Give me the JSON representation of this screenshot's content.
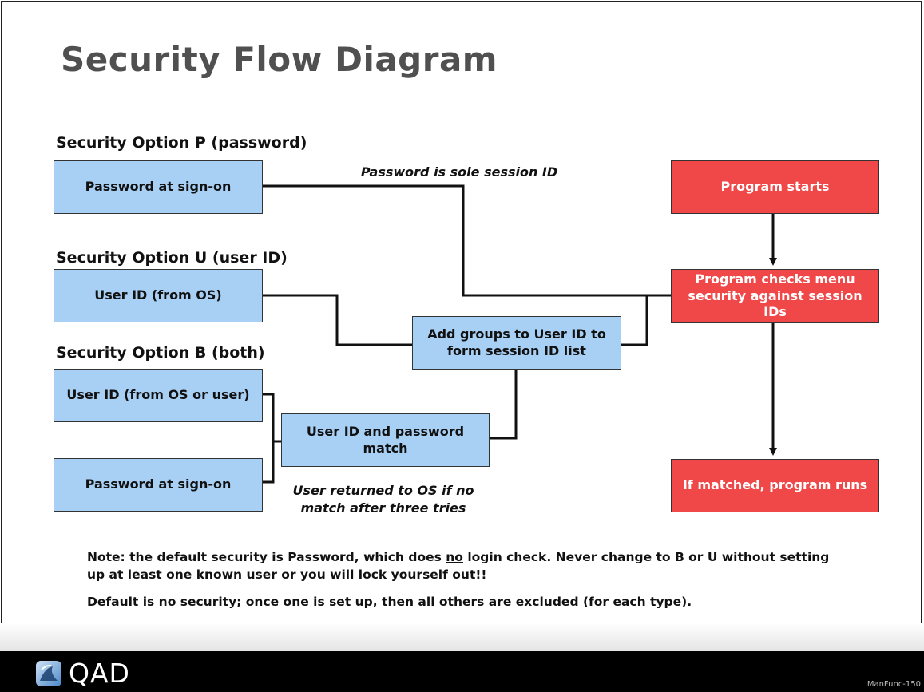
{
  "title": "Security Flow Diagram",
  "sections": {
    "option_p": "Security Option P (password)",
    "option_u": "Security Option U (user ID)",
    "option_b": "Security Option B (both)"
  },
  "boxes": {
    "password_signon_p": "Password at sign-on",
    "user_id_os": "User ID (from OS)",
    "add_groups": "Add groups to User ID to form session ID list",
    "user_id_os_or_user": "User ID (from OS or user)",
    "password_signon_b": "Password at sign-on",
    "user_password_match": "User ID and password match",
    "program_starts": "Program starts",
    "program_checks": "Program checks menu security against session IDs",
    "if_matched": "If matched, program runs"
  },
  "annotations": {
    "sole_session": "Password is sole session ID",
    "returned_os": "User returned to OS if no match after three tries"
  },
  "notes": {
    "note1_a": "Note: the default security is Password, which does ",
    "note1_u": "no",
    "note1_b": " login check. Never change to B or U without setting up at least one known user or you will lock yourself out!!",
    "note2": "Default is no security; once one is set up, then all others are excluded (for each type)."
  },
  "footer": {
    "logo": "QAD",
    "code": "ManFunc-150"
  },
  "colors": {
    "blue_box": "#a8d0f5",
    "red_box": "#f04848",
    "title": "#505050"
  }
}
